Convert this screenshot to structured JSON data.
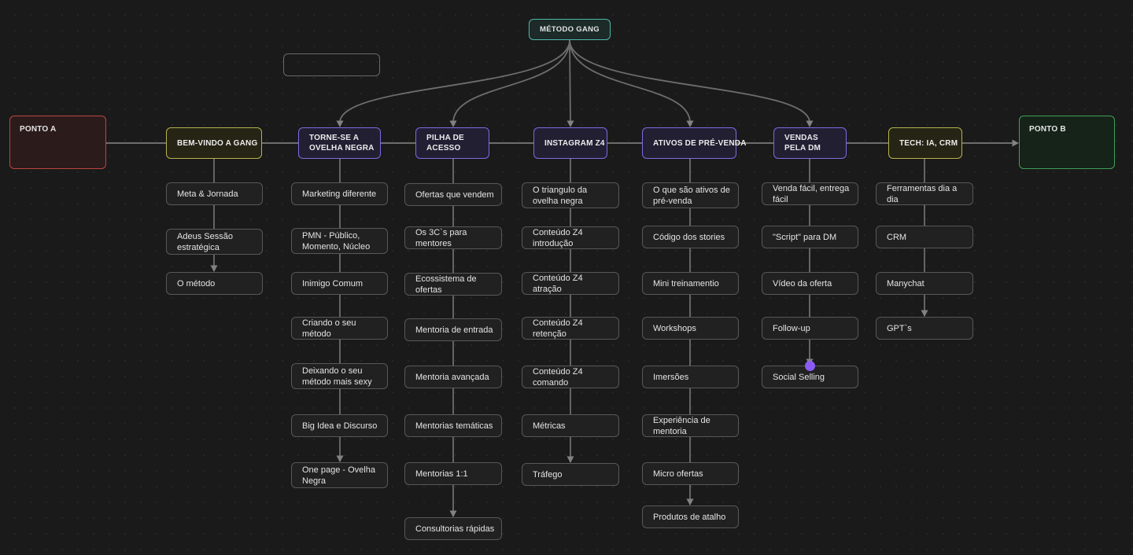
{
  "palette": {
    "background": "#1a1a1a",
    "dot": "#272727",
    "wire": "#6d6d6d",
    "arrow": "#828282",
    "node_fill": "#212121",
    "node_border": "#585858",
    "text": "#e4e4e4",
    "purple": "#7a6ce0",
    "purple_fill": "#221f33",
    "yellow": "#b7b24d",
    "yellow_fill": "#262414",
    "teal": "#4fb8ac",
    "teal_fill": "#1c2a28",
    "red": "#bb4641",
    "red_fill": "#2b1c1b",
    "green": "#3fa057",
    "green_fill": "#162319",
    "handle": "#8a5cf5"
  },
  "root": {
    "label": "MÉTODO GANG",
    "color": "teal"
  },
  "empty_node": {
    "label": ""
  },
  "endpoints": {
    "a": {
      "label": "PONTO A",
      "color": "red"
    },
    "b": {
      "label": "PONTO B",
      "color": "green"
    }
  },
  "columns": [
    {
      "id": "bem-vindo-a-gang",
      "header": {
        "label": "BEM-VINDO A GANG",
        "color": "yellow"
      },
      "root_arrow": false,
      "items": [
        {
          "label": "Meta & Jornada"
        },
        {
          "label": "Adeus Sessão estratégica"
        },
        {
          "label": "O método"
        }
      ]
    },
    {
      "id": "torne-se-a-ovelha-negra",
      "header": {
        "label": "TORNE-SE A OVELHA NEGRA",
        "color": "purple"
      },
      "root_arrow": true,
      "items": [
        {
          "label": "Marketing diferente"
        },
        {
          "label": "PMN - Público, Momento, Núcleo"
        },
        {
          "label": "Inimigo Comum"
        },
        {
          "label": "Criando o seu método"
        },
        {
          "label": "Deixando o seu método mais sexy"
        },
        {
          "label": "Big Idea e Discurso"
        },
        {
          "label": "One page - Ovelha Negra"
        }
      ]
    },
    {
      "id": "pilha-de-acesso",
      "header": {
        "label": "PILHA DE ACESSO",
        "color": "purple"
      },
      "root_arrow": true,
      "items": [
        {
          "label": "Ofertas que vendem"
        },
        {
          "label": "Os 3C`s para mentores"
        },
        {
          "label": "Ecossistema de ofertas"
        },
        {
          "label": "Mentoria de entrada"
        },
        {
          "label": "Mentoria avançada"
        },
        {
          "label": "Mentorias temáticas"
        },
        {
          "label": "Mentorias 1:1"
        },
        {
          "label": "Consultorias rápidas"
        }
      ]
    },
    {
      "id": "instagram-z4",
      "header": {
        "label": "INSTAGRAM Z4",
        "color": "purple"
      },
      "root_arrow": true,
      "items": [
        {
          "label": "O triangulo da ovelha negra"
        },
        {
          "label": "Conteúdo Z4 introdução"
        },
        {
          "label": "Conteúdo Z4 atração"
        },
        {
          "label": "Conteúdo Z4 retenção"
        },
        {
          "label": "Conteúdo Z4 comando"
        },
        {
          "label": "Métricas"
        },
        {
          "label": "Tráfego"
        }
      ]
    },
    {
      "id": "ativos-de-pre-venda",
      "header": {
        "label": "ATIVOS DE PRÉ-VENDA",
        "color": "purple"
      },
      "root_arrow": true,
      "items": [
        {
          "label": "O que são ativos de pré-venda"
        },
        {
          "label": "Código dos stories"
        },
        {
          "label": "Mini treinamentio"
        },
        {
          "label": "Workshops"
        },
        {
          "label": "Imersões"
        },
        {
          "label": "Experiência de mentoria"
        },
        {
          "label": "Micro ofertas"
        },
        {
          "label": "Produtos de atalho"
        }
      ]
    },
    {
      "id": "vendas-pela-dm",
      "header": {
        "label": "VENDAS PELA DM",
        "color": "purple"
      },
      "root_arrow": true,
      "items": [
        {
          "label": "Venda fácil, entrega fácil"
        },
        {
          "label": "\"Script\" para DM"
        },
        {
          "label": "Vídeo da oferta"
        },
        {
          "label": "Follow-up"
        },
        {
          "label": "Social Selling",
          "handle": true
        }
      ]
    },
    {
      "id": "tech-ia-crm",
      "header": {
        "label": "TECH: IA, CRM",
        "color": "yellow"
      },
      "root_arrow": false,
      "items": [
        {
          "label": "Ferramentas dia a dia"
        },
        {
          "label": "CRM"
        },
        {
          "label": "Manychat"
        },
        {
          "label": "GPT`s"
        }
      ]
    }
  ]
}
